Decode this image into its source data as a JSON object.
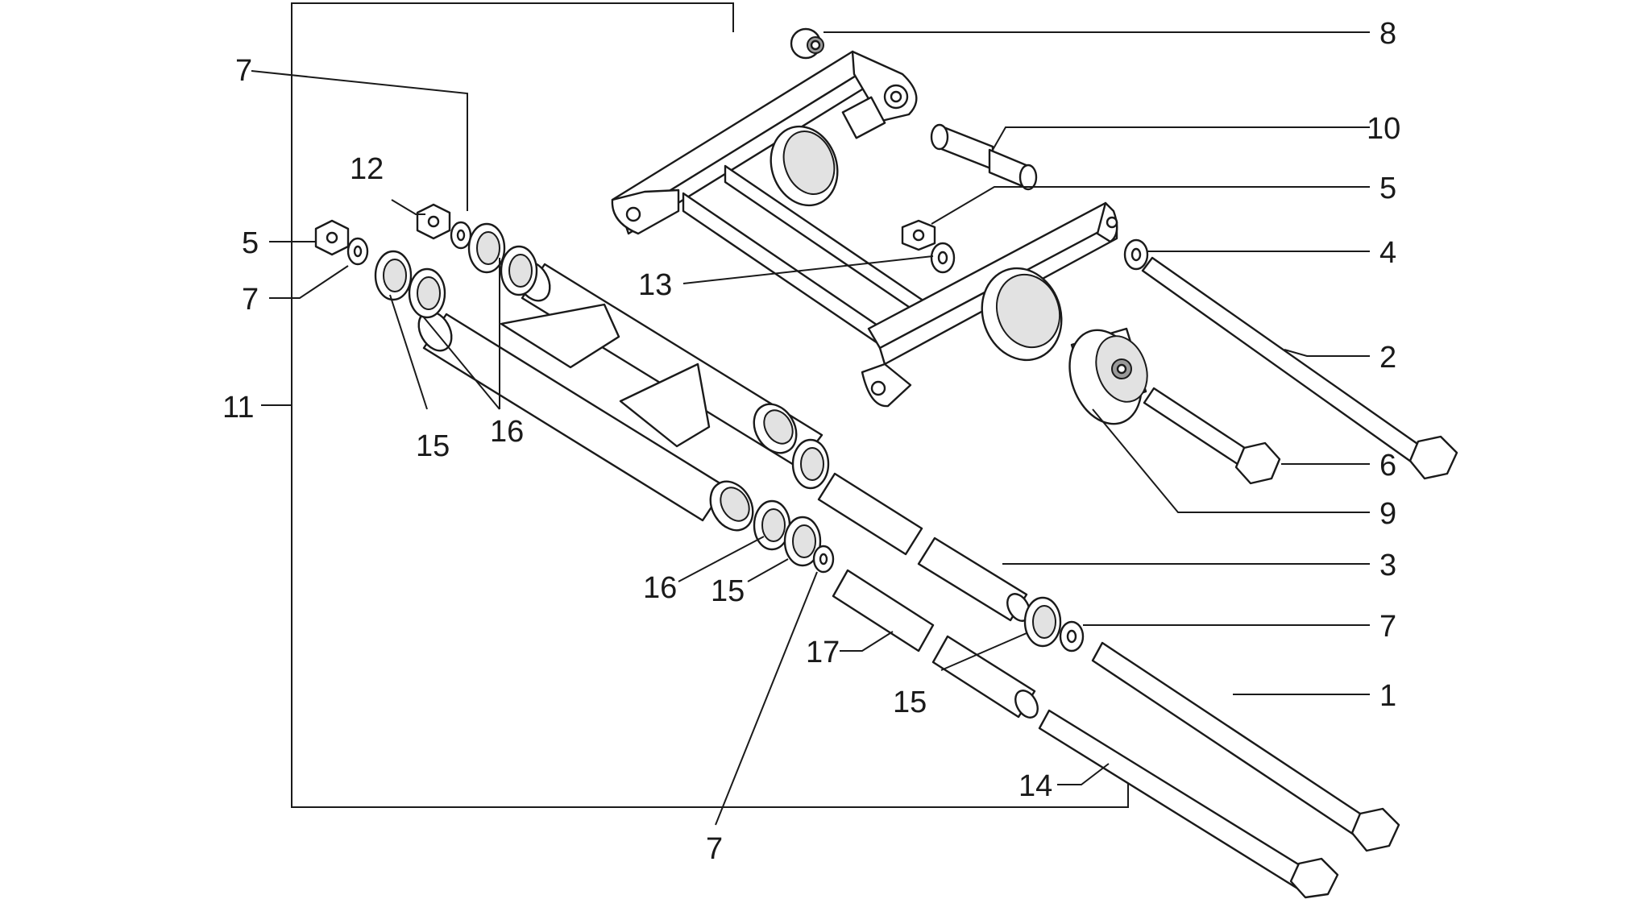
{
  "callouts": [
    {
      "id": "c8",
      "text": "8"
    },
    {
      "id": "c10",
      "text": "10"
    },
    {
      "id": "c5r",
      "text": "5"
    },
    {
      "id": "c4",
      "text": "4"
    },
    {
      "id": "c2",
      "text": "2"
    },
    {
      "id": "c6",
      "text": "6"
    },
    {
      "id": "c9",
      "text": "9"
    },
    {
      "id": "c3",
      "text": "3"
    },
    {
      "id": "c7r",
      "text": "7"
    },
    {
      "id": "c1",
      "text": "1"
    },
    {
      "id": "c7t",
      "text": "7"
    },
    {
      "id": "c12",
      "text": "12"
    },
    {
      "id": "c5l",
      "text": "5"
    },
    {
      "id": "c7l",
      "text": "7"
    },
    {
      "id": "c11",
      "text": "11"
    },
    {
      "id": "c15a",
      "text": "15"
    },
    {
      "id": "c16a",
      "text": "16"
    },
    {
      "id": "c13",
      "text": "13"
    },
    {
      "id": "c16b",
      "text": "16"
    },
    {
      "id": "c15b",
      "text": "15"
    },
    {
      "id": "c17",
      "text": "17"
    },
    {
      "id": "c15c",
      "text": "15"
    },
    {
      "id": "c14",
      "text": "14"
    },
    {
      "id": "c7b",
      "text": "7"
    }
  ]
}
